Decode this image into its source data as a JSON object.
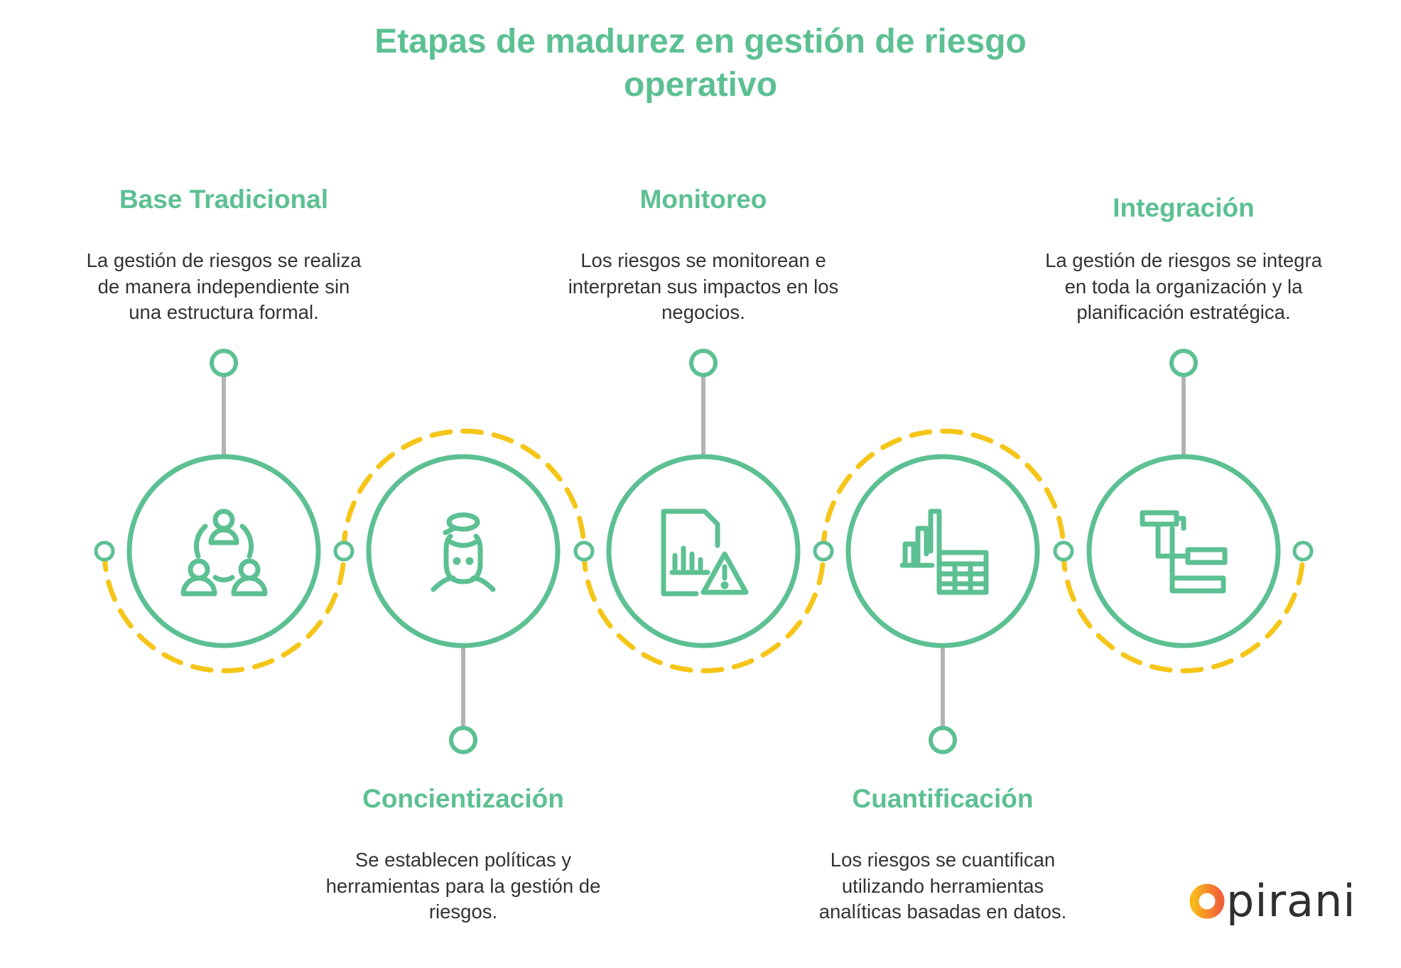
{
  "title": {
    "line1": "Etapas de madurez en gestión de riesgo",
    "line2": "operativo"
  },
  "stages": [
    {
      "title": "Base Tradicional",
      "lines": [
        "La gestión de riesgos se realiza",
        "de manera independiente sin",
        "una estructura formal."
      ],
      "icon": "people-network-icon"
    },
    {
      "title": "Concientización",
      "lines": [
        "Se establecen políticas y",
        "herramientas para la gestión de",
        "riesgos."
      ],
      "icon": "person-thinking-icon"
    },
    {
      "title": "Monitoreo",
      "lines": [
        "Los riesgos se monitorean e",
        "interpretan sus impactos en los",
        "negocios."
      ],
      "icon": "report-warning-icon"
    },
    {
      "title": "Cuantificación",
      "lines": [
        "Los riesgos se cuantifican",
        "utilizando herramientas",
        "analíticas basadas en datos."
      ],
      "icon": "chart-table-icon"
    },
    {
      "title": "Integración",
      "lines": [
        "La gestión de riesgos se integra",
        "en toda la organización y la",
        "planificación estratégica."
      ],
      "icon": "hierarchy-blocks-icon"
    }
  ],
  "logo": {
    "text": "pirani"
  },
  "colors": {
    "green": "#5cc092",
    "yellow": "#f5c518",
    "gray": "#b3b3b3",
    "text": "#333333"
  }
}
